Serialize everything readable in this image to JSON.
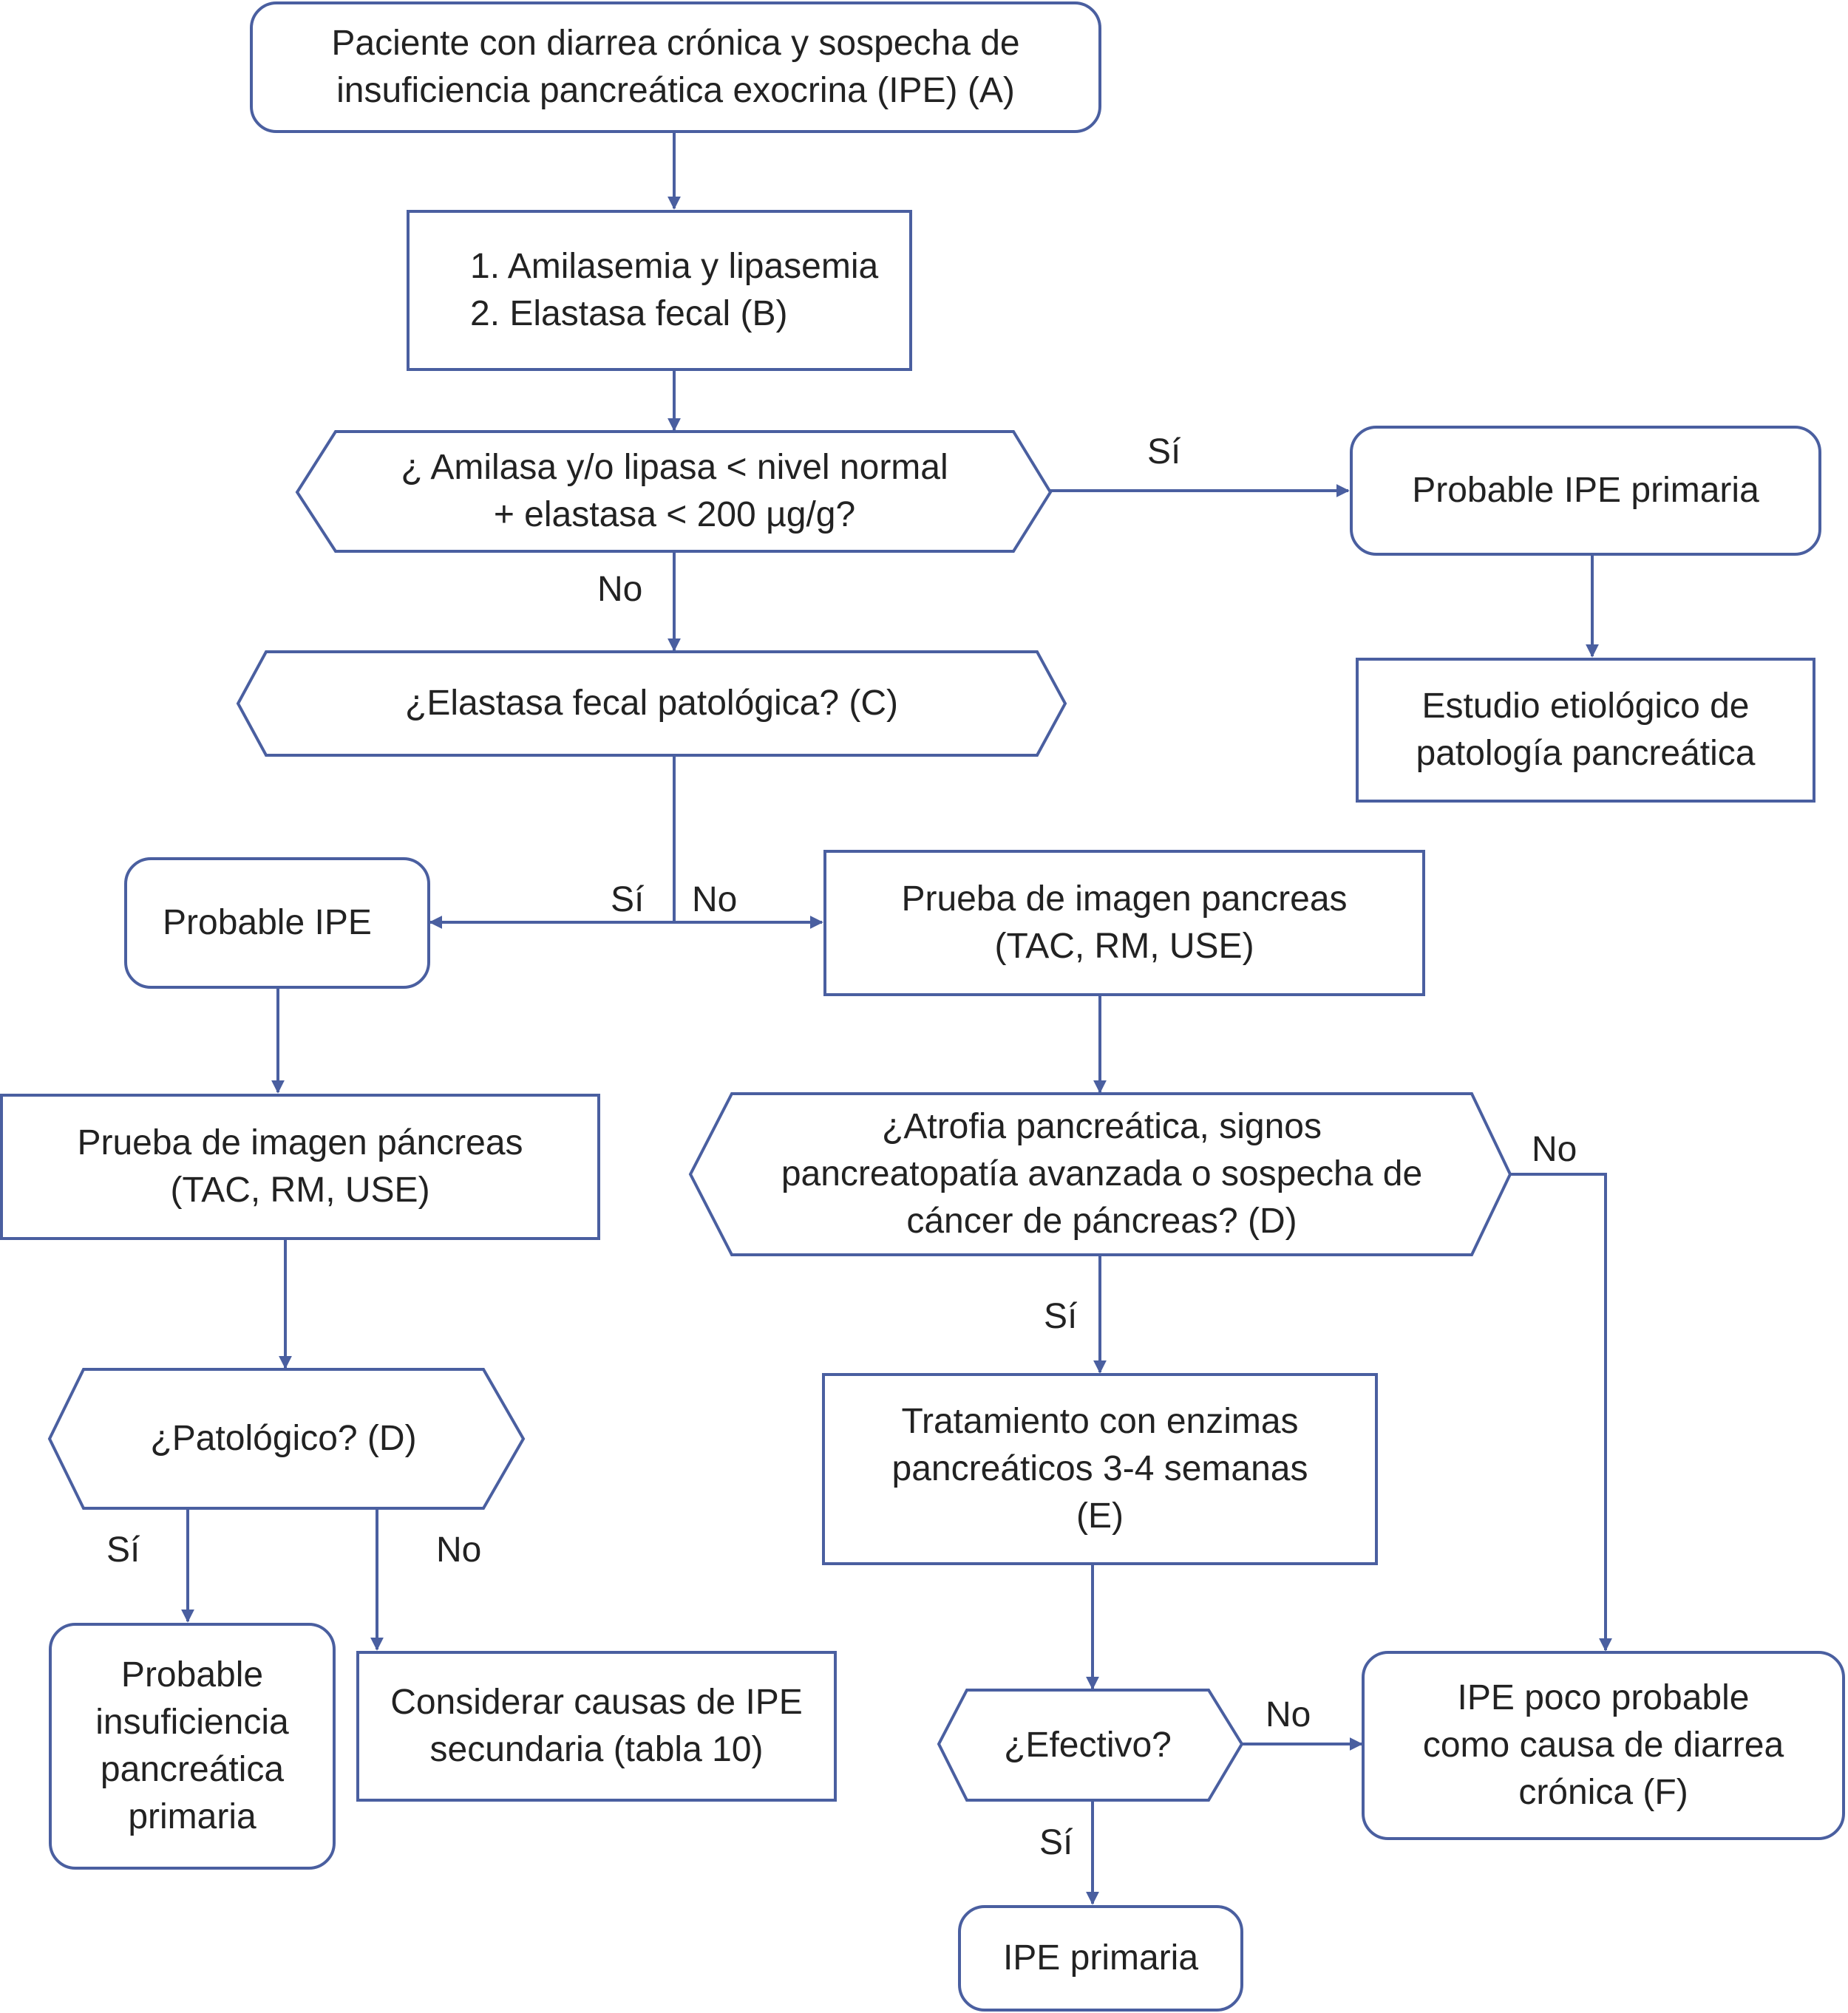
{
  "colors": {
    "stroke": "#4a5fa0",
    "text": "#222222",
    "background": "#ffffff"
  },
  "nodes": {
    "start": {
      "lines": [
        "Paciente con diarrea crónica y sospecha de",
        "insuficiencia pancreática exocrina (IPE) (A)"
      ]
    },
    "tests": {
      "lines": [
        "1. Amilasemia y lipasemia",
        "2. Elastasa fecal  (B)"
      ]
    },
    "q_amylase": {
      "lines": [
        "¿ Amilasa y/o lipasa < nivel normal",
        "+ elastasa < 200 µg/g?"
      ]
    },
    "probable_primary": {
      "lines": [
        "Probable IPE primaria"
      ]
    },
    "etiology": {
      "lines": [
        "Estudio etiológico de",
        "patología pancreática"
      ]
    },
    "q_elastase": {
      "lines": [
        "¿Elastasa fecal patológica? (C)"
      ]
    },
    "probable_ipe": {
      "lines": [
        "Probable IPE"
      ]
    },
    "imaging_right": {
      "lines": [
        "Prueba de imagen pancreas",
        "(TAC, RM, USE)"
      ]
    },
    "imaging_left": {
      "lines": [
        "Prueba de imagen páncreas",
        "(TAC, RM, USE)"
      ]
    },
    "q_atrophy": {
      "lines": [
        "¿Atrofia pancreática, signos",
        "pancreatopatía avanzada o sospecha de",
        "cáncer de páncreas? (D)"
      ]
    },
    "q_pathologic": {
      "lines": [
        "¿Patológico? (D)"
      ]
    },
    "treatment": {
      "lines": [
        "Tratamiento con enzimas",
        "pancreáticos 3-4 semanas",
        "(E)"
      ]
    },
    "probable_insufficiency": {
      "lines": [
        "Probable",
        "insuficiencia",
        "pancreática",
        "primaria"
      ]
    },
    "secondary_causes": {
      "lines": [
        "Considerar causas de IPE",
        "secundaria (tabla 10)"
      ]
    },
    "q_effective": {
      "lines": [
        "¿Efectivo?"
      ]
    },
    "unlikely": {
      "lines": [
        "IPE poco probable",
        "como causa de diarrea",
        "crónica (F)"
      ]
    },
    "primary": {
      "lines": [
        "IPE primaria"
      ]
    }
  },
  "edge_labels": {
    "amylase_yes": "Sí",
    "amylase_no": "No",
    "elastase_yes": "Sí",
    "elastase_no": "No",
    "atrophy_no": "No",
    "atrophy_yes": "Sí",
    "pathologic_yes": "Sí",
    "pathologic_no": "No",
    "effective_no": "No",
    "effective_yes": "Sí"
  }
}
